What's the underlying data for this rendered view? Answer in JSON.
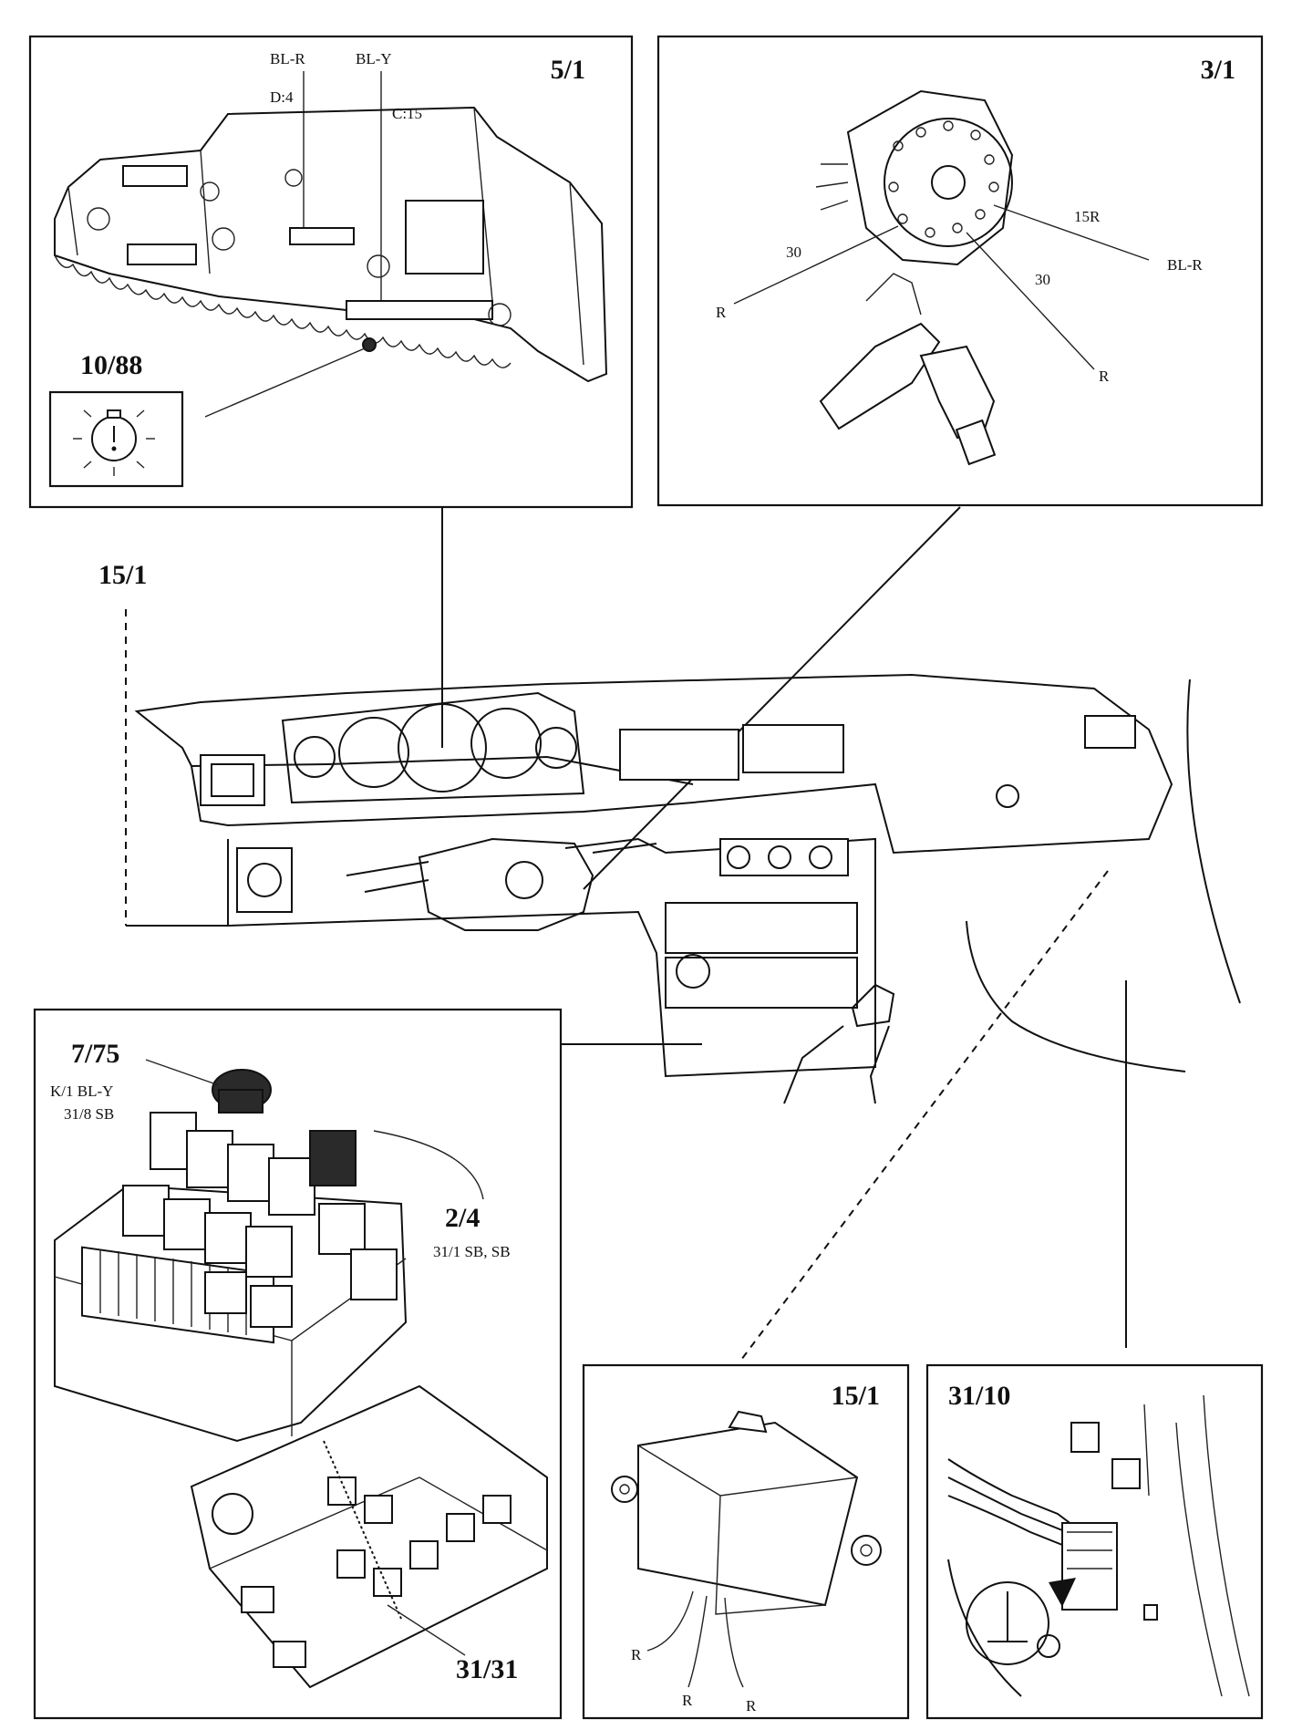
{
  "panels": {
    "instrument_cluster": {
      "ref": "5/1",
      "wires": [
        "BL-R",
        "BL-Y"
      ],
      "pins": [
        "D:4",
        "C:15"
      ],
      "warning_lamp_ref": "10/88"
    },
    "ignition_switch": {
      "ref": "3/1",
      "terminal_a": "30",
      "terminal_b": "15R",
      "terminal_c": "30",
      "wire_r1": "R",
      "wire_blr": "BL-R",
      "wire_r2": "R"
    },
    "dashboard": {
      "ground_ref": "15/1"
    },
    "relay_box": {
      "ref_a": "7/75",
      "ref_a_wire1": "K/1 BL-Y",
      "ref_a_wire2": "31/8 SB",
      "ref_b": "2/4",
      "ref_b_wire": "31/1 SB, SB",
      "ref_c": "31/31"
    },
    "control_module": {
      "ref": "15/1",
      "wires": [
        "R",
        "R",
        "R"
      ]
    },
    "ground_point": {
      "ref": "31/10"
    }
  },
  "icons": {
    "warning_lamp": "exclamation-warning-icon",
    "ground": "ground-symbol-icon"
  }
}
